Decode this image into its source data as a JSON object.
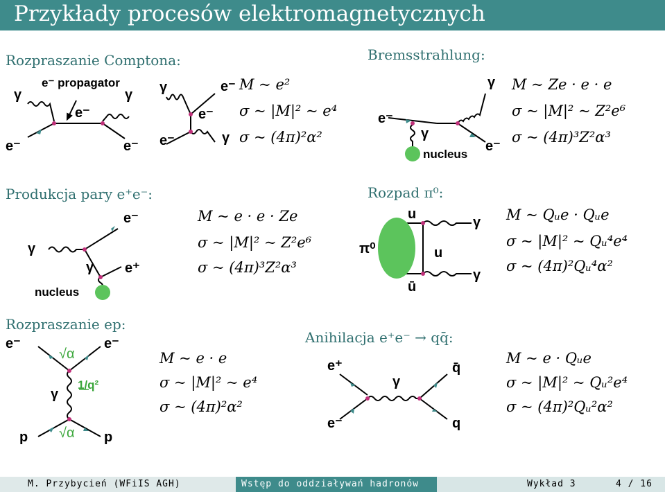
{
  "title": "Przykłady procesów elektromagnetycznych",
  "sections": {
    "compton": "Rozpraszanie Comptona:",
    "brems": "Bremsstrahlung:",
    "pair": "Produkcja pary e⁺e⁻:",
    "pi0": "Rozpad π⁰:",
    "ep": "Rozpraszanie ep:",
    "annih": "Anihilacja e⁺e⁻ → qq̄:"
  },
  "labels": {
    "gamma": "γ",
    "e_minus": "e⁻",
    "e_plus": "e⁺",
    "propagator": "e⁻ propagator",
    "nucleus": "nucleus",
    "u": "u",
    "ubar": "ū",
    "pi0": "π⁰",
    "p": "p",
    "sqrt_alpha": "√α",
    "one_over_q2": "1/q²",
    "q": "q",
    "qbar": "q̄"
  },
  "equations": {
    "compton": [
      "M ~ e²",
      "σ ~ |M|² ~ e⁴",
      "σ ~ (4π)²α²"
    ],
    "brems": [
      "M ~ Ze · e · e",
      "σ ~ |M|² ~ Z²e⁶",
      "σ ~ (4π)³Z²α³"
    ],
    "pair": [
      "M ~ e · e · Ze",
      "σ ~ |M|² ~ Z²e⁶",
      "σ ~ (4π)³Z²α³"
    ],
    "pi0": [
      "M ~ Qᵤe · Qᵤe",
      "σ ~ |M|² ~ Qᵤ⁴e⁴",
      "σ ~ (4π)²Qᵤ⁴α²"
    ],
    "ep": [
      "M ~ e · e",
      "σ ~ |M|² ~ e⁴",
      "σ ~ (4π)²α²"
    ],
    "annih": [
      "M ~ e · Qᵤe",
      "σ ~ |M|² ~ Qᵤ²e⁴",
      "σ ~ (4π)²Qᵤ²α²"
    ]
  },
  "footer": {
    "author": "M. Przybycień  (WFiIS AGH)",
    "course": "Wstęp do oddziaływań hadronów",
    "lecture": "Wykład 3",
    "page": "4 / 16"
  },
  "colors": {
    "accent": "#3e8b8b",
    "vertex": "#c0307a",
    "nucleus": "#5cc45c"
  }
}
